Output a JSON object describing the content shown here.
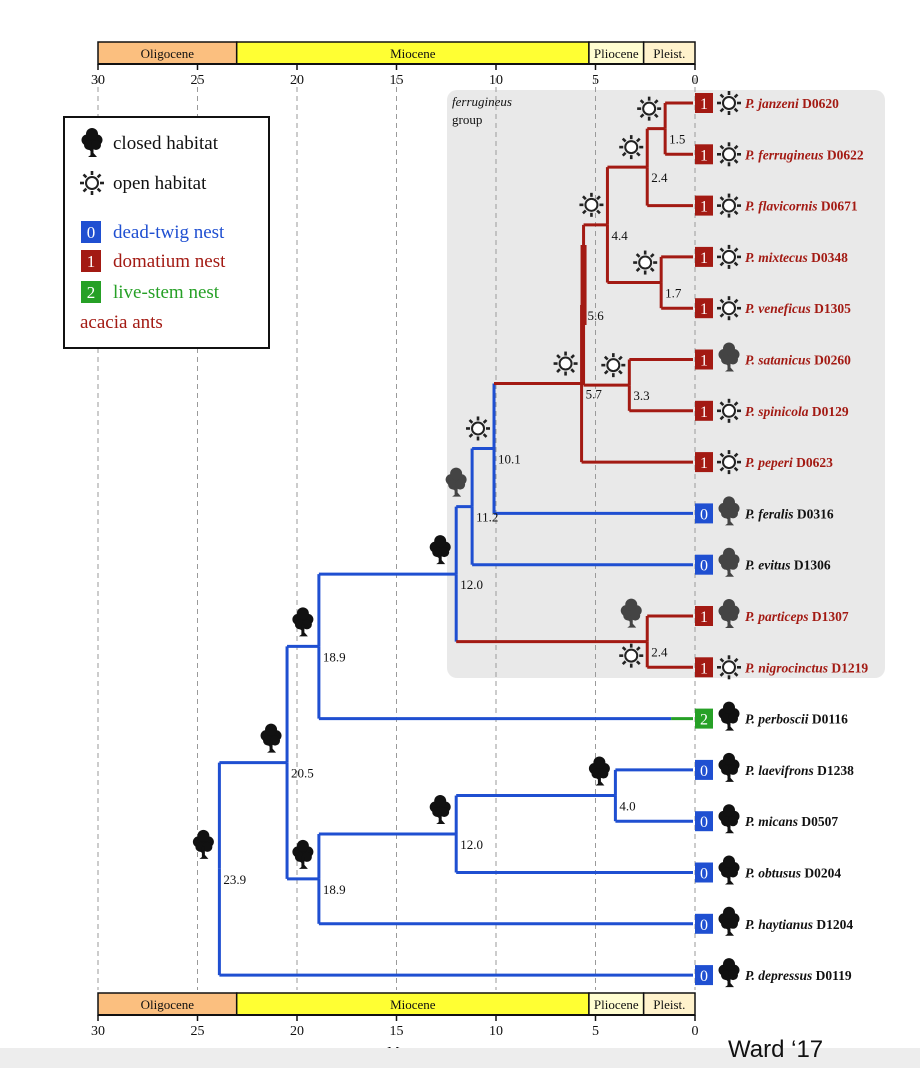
{
  "epochs": [
    {
      "name": "Oligocene",
      "start": 30,
      "end": 23.03,
      "color": "#fbbf7f"
    },
    {
      "name": "Miocene",
      "start": 23.03,
      "end": 5.33,
      "color": "#ffff33"
    },
    {
      "name": "Pliocene",
      "start": 5.33,
      "end": 2.58,
      "color": "#fffdd0"
    },
    {
      "name": "Pleist.",
      "start": 2.58,
      "end": 0,
      "color": "#fff2cc"
    }
  ],
  "axis": {
    "ticks": [
      "30",
      "25",
      "20",
      "15",
      "10",
      "5",
      "0"
    ],
    "tick_values": [
      30,
      25,
      20,
      15,
      10,
      5,
      0
    ],
    "unit_label": "Ma"
  },
  "group_label": {
    "line1": "ferrugineus",
    "line2": "group"
  },
  "legend": {
    "closed_habitat": "closed habitat",
    "open_habitat": "open habitat",
    "items": [
      {
        "code": "0",
        "label": "dead-twig nest",
        "color": "#1f4fd1"
      },
      {
        "code": "1",
        "label": "domatium nest",
        "color": "#a31a13"
      },
      {
        "code": "2",
        "label": "live-stem nest",
        "color": "#26a026"
      }
    ],
    "acacia_ants": "acacia ants"
  },
  "colors": {
    "blue": "#1f4fd1",
    "red": "#a31a13",
    "green": "#26a026",
    "shade": "#e9e9e9"
  },
  "taxa": [
    {
      "genus": "P.",
      "species": "janzeni",
      "voucher": "D0620",
      "nest": "1",
      "habitat": "open"
    },
    {
      "genus": "P.",
      "species": "ferrugineus",
      "voucher": "D0622",
      "nest": "1",
      "habitat": "open"
    },
    {
      "genus": "P.",
      "species": "flavicornis",
      "voucher": "D0671",
      "nest": "1",
      "habitat": "open"
    },
    {
      "genus": "P.",
      "species": "mixtecus",
      "voucher": "D0348",
      "nest": "1",
      "habitat": "open"
    },
    {
      "genus": "P.",
      "species": "veneficus",
      "voucher": "D1305",
      "nest": "1",
      "habitat": "open"
    },
    {
      "genus": "P.",
      "species": "satanicus",
      "voucher": "D0260",
      "nest": "1",
      "habitat": "closed-gray"
    },
    {
      "genus": "P.",
      "species": "spinicola",
      "voucher": "D0129",
      "nest": "1",
      "habitat": "open"
    },
    {
      "genus": "P.",
      "species": "peperi",
      "voucher": "D0623",
      "nest": "1",
      "habitat": "open"
    },
    {
      "genus": "P.",
      "species": "feralis",
      "voucher": "D0316",
      "nest": "0",
      "habitat": "closed-gray"
    },
    {
      "genus": "P.",
      "species": "evitus",
      "voucher": "D1306",
      "nest": "0",
      "habitat": "closed-gray"
    },
    {
      "genus": "P.",
      "species": "particeps",
      "voucher": "D1307",
      "nest": "1",
      "habitat": "closed-gray"
    },
    {
      "genus": "P.",
      "species": "nigrocinctus",
      "voucher": "D1219",
      "nest": "1",
      "habitat": "open"
    },
    {
      "genus": "P.",
      "species": "perboscii",
      "voucher": "D0116",
      "nest": "2",
      "habitat": "closed"
    },
    {
      "genus": "P.",
      "species": "laevifrons",
      "voucher": "D1238",
      "nest": "0",
      "habitat": "closed"
    },
    {
      "genus": "P.",
      "species": "micans",
      "voucher": "D0507",
      "nest": "0",
      "habitat": "closed"
    },
    {
      "genus": "P.",
      "species": "obtusus",
      "voucher": "D0204",
      "nest": "0",
      "habitat": "closed"
    },
    {
      "genus": "P.",
      "species": "haytianus",
      "voucher": "D1204",
      "nest": "0",
      "habitat": "closed"
    },
    {
      "genus": "P.",
      "species": "depressus",
      "voucher": "D0119",
      "nest": "0",
      "habitat": "closed"
    }
  ],
  "nodes": [
    {
      "id": "n1",
      "age": 1.5,
      "label": "1.5",
      "children": [
        "t0",
        "t1"
      ],
      "icon": "open"
    },
    {
      "id": "n2",
      "age": 2.4,
      "label": "2.4",
      "children": [
        "n1",
        "t2"
      ],
      "icon": "open"
    },
    {
      "id": "n3",
      "age": 1.7,
      "label": "1.7",
      "children": [
        "t3",
        "t4"
      ],
      "icon": "open"
    },
    {
      "id": "n4",
      "age": 4.4,
      "label": "4.4",
      "children": [
        "n2",
        "n3"
      ],
      "icon": "open"
    },
    {
      "id": "n5",
      "age": 3.3,
      "label": "3.3",
      "children": [
        "t5",
        "t6"
      ],
      "icon": "open"
    },
    {
      "id": "n6",
      "age": 5.6,
      "label": "5.6",
      "children": [
        "n4",
        "n5"
      ],
      "icon": "none"
    },
    {
      "id": "n7",
      "age": 5.7,
      "label": "5.7",
      "children": [
        "n6",
        "t7"
      ],
      "icon": "open"
    },
    {
      "id": "n8",
      "age": 10.1,
      "label": "10.1",
      "children": [
        "n7",
        "t8"
      ],
      "icon": "open"
    },
    {
      "id": "n9",
      "age": 11.2,
      "label": "11.2",
      "children": [
        "n8",
        "t9"
      ],
      "icon": "closed-gray"
    },
    {
      "id": "n10",
      "age": 2.4,
      "label": "2.4",
      "children": [
        "t10",
        "t11"
      ],
      "icon": "closed-gray+open"
    },
    {
      "id": "n11",
      "age": 12.0,
      "label": "12.0",
      "children": [
        "n9",
        "n10"
      ],
      "icon": "closed"
    },
    {
      "id": "n12",
      "age": 18.9,
      "label": "18.9",
      "children": [
        "n11",
        "t12"
      ],
      "icon": "closed"
    },
    {
      "id": "n13",
      "age": 4.0,
      "label": "4.0",
      "children": [
        "t13",
        "t14"
      ],
      "icon": "closed"
    },
    {
      "id": "n14",
      "age": 12.0,
      "label": "12.0",
      "children": [
        "n13",
        "t15"
      ],
      "icon": "closed"
    },
    {
      "id": "n15",
      "age": 18.9,
      "label": "18.9",
      "children": [
        "n14",
        "t16"
      ],
      "icon": "closed"
    },
    {
      "id": "n16",
      "age": 20.5,
      "label": "20.5",
      "children": [
        "n12",
        "n15"
      ],
      "icon": "closed"
    },
    {
      "id": "n17",
      "age": 23.9,
      "label": "23.9",
      "children": [
        "n16",
        "t17"
      ],
      "icon": "closed"
    }
  ],
  "red_nodes": [
    "n1",
    "n2",
    "n3",
    "n4",
    "n5",
    "n6",
    "n7",
    "n10"
  ],
  "credit": "Ward ‘17"
}
